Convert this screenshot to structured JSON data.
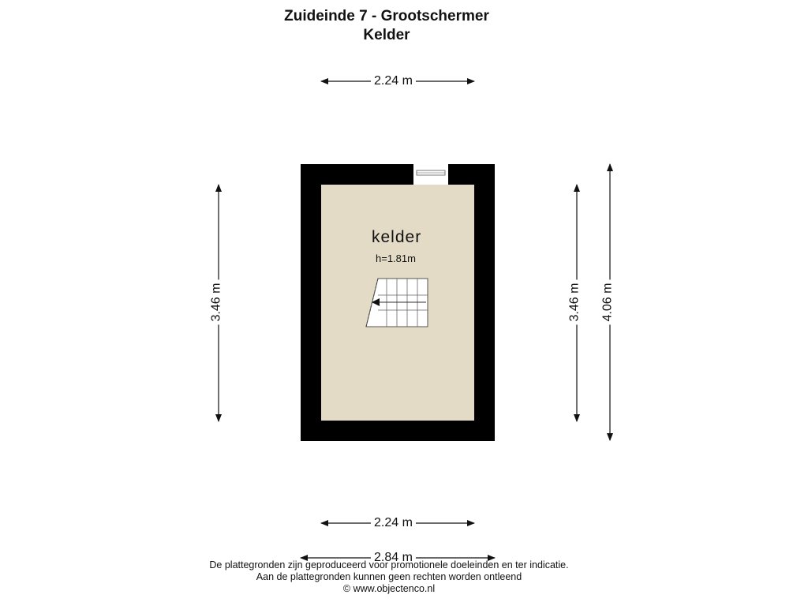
{
  "header": {
    "title": "Zuideinde 7 - Grootschermer",
    "floor": "Kelder"
  },
  "dimensions": {
    "top_width": "2.24 m",
    "bottom_inner_width": "2.24 m",
    "bottom_outer_width": "2.84 m",
    "left_height": "3.46 m",
    "right_inner_height": "3.46 m",
    "right_outer_height": "4.06 m"
  },
  "room": {
    "name": "kelder",
    "height": "h=1.81m"
  },
  "colors": {
    "wall": "#000000",
    "floor": "#e3dbc6",
    "stairs": "#ffffff"
  },
  "footer": {
    "line1": "De plattegronden zijn geproduceerd voor promotionele doeleinden en ter indicatie.",
    "line2": "Aan de plattegronden kunnen geen rechten worden ontleend",
    "line3": "© www.objectenco.nl"
  }
}
